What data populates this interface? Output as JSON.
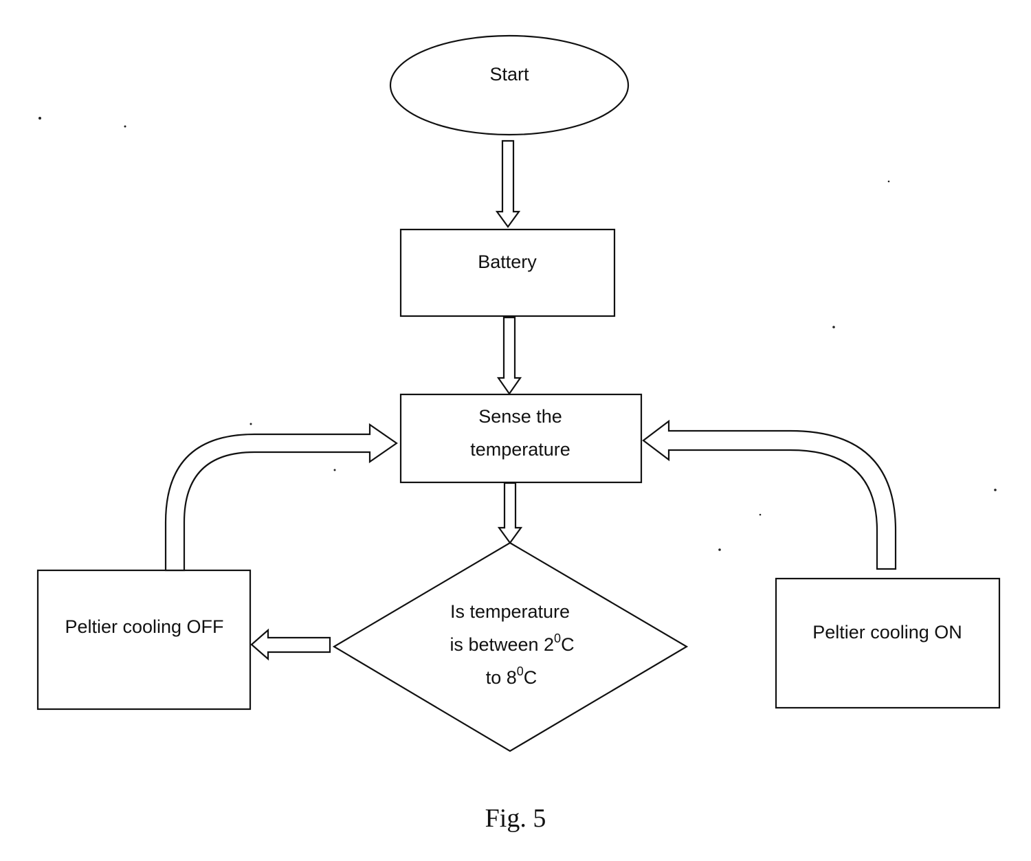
{
  "nodes": {
    "start": "Start",
    "battery": "Battery",
    "sense": [
      "Sense the",
      "temperature"
    ],
    "decision": {
      "line1": "Is temperature",
      "line2_pre": "is between 2",
      "line2_sup": "0",
      "line2_post": "C",
      "line3_pre": "to 8",
      "line3_sup": "0",
      "line3_post": "C"
    },
    "off": "Peltier cooling OFF",
    "on": "Peltier cooling ON"
  },
  "caption": "Fig. 5"
}
